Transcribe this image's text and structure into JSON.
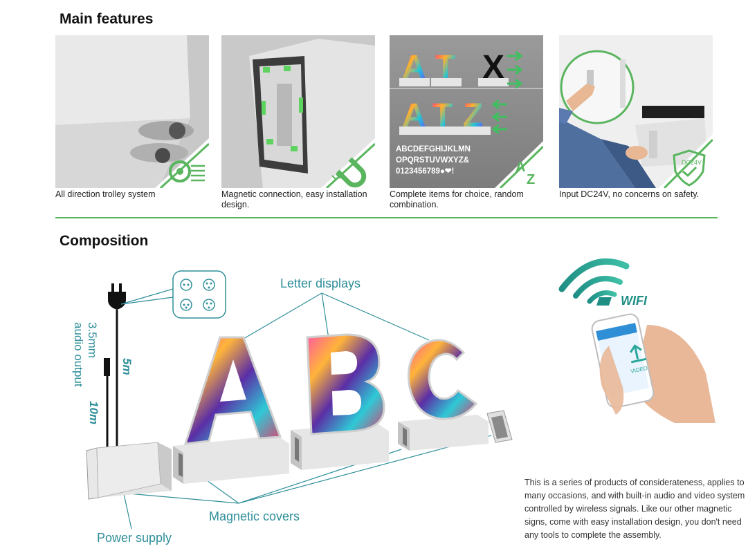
{
  "main_features": {
    "title": "Main features",
    "items": [
      {
        "caption": "All direction trolley system"
      },
      {
        "caption": "Magnetic connection, easy installation design."
      },
      {
        "caption": "Complete items for choice, random combination."
      },
      {
        "caption": "Input DC24V, no concerns on safety."
      }
    ],
    "alphabet_rows": [
      "ABCDEFGHIJKLMN",
      "OPQRSTUVWXYZ&",
      "0123456789●❤!"
    ],
    "feature3_letters_top": [
      "A",
      "T",
      "X"
    ],
    "feature3_letters_bottom": [
      "A",
      "T",
      "Z"
    ],
    "az_badge": {
      "a": "A",
      "z": "Z"
    },
    "voltage_badge": "DC24V"
  },
  "composition": {
    "title": "Composition",
    "labels": {
      "letter_displays": "Letter displays",
      "magnetic_covers": "Magnetic covers",
      "power_supply": "Power supply",
      "audio_output_line1": "3.5mm",
      "audio_output_line2": "audio output",
      "cable_5m": "5m",
      "cable_10m": "10m",
      "wifi": "WIFI",
      "phone_button": "VIDEO"
    },
    "letters": [
      "A",
      "B",
      "C"
    ],
    "description": "This is a series of products of considerateness, applies to many occasions, and with built-in audio and video system controlled by wireless signals. Like our other magnetic signs, come with easy installation design, you don't need any tools to complete the assembly."
  },
  "colors": {
    "accent_green": "#5ab55f",
    "callout_teal": "#2f8f9a",
    "wifi_teal": "#2aa79a"
  }
}
